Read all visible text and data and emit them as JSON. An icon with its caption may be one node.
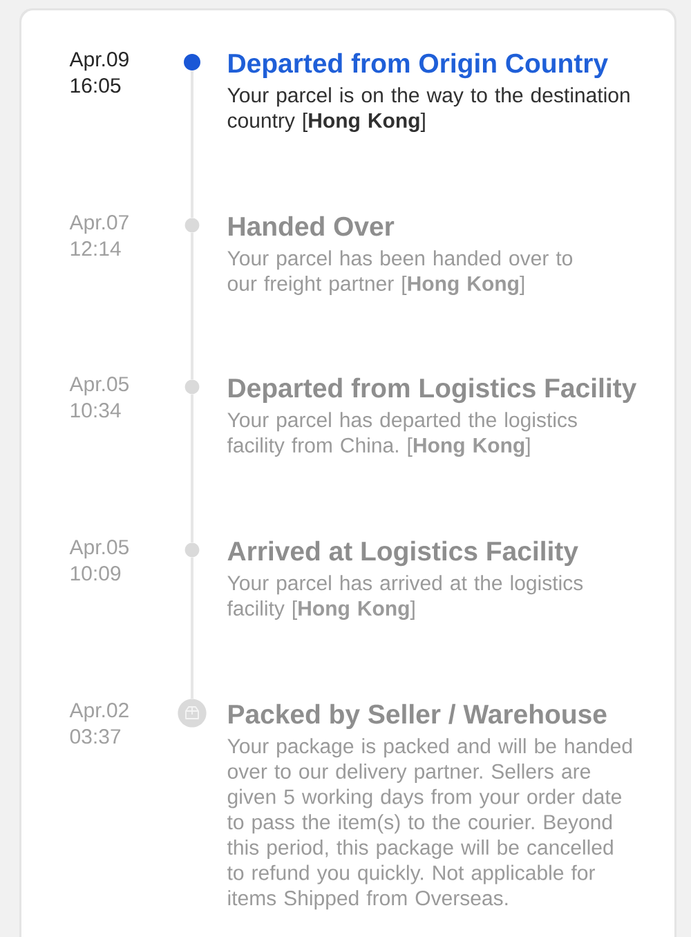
{
  "diagram": {
    "nodes": [
      {
        "text": [],
        "shape": "circle",
        "beside": [
          "Apr.09 16:05",
          "Departed from Origin Country",
          "Your parcel is on the way to the destination country [**Hong Kong**]"
        ]
      },
      {
        "text": [],
        "shape": "circle",
        "beside": [
          "Apr.07 12:14",
          "Handed Over",
          "Your parcel has been handed over to our freight partner [**Hong Kong**]"
        ]
      },
      {
        "text": [],
        "shape": "circle",
        "beside": [
          "Apr.05 10:34",
          "Departed from Logistics Facility",
          "Your parcel has departed the logistics facility from China. [**Hong Kong**]"
        ]
      },
      {
        "text": [],
        "shape": "circle",
        "beside": [
          "Apr.05 10:09",
          "Arrived at Logistics Facility",
          "Your parcel has arrived at the logistics facility [**Hong Kong**]"
        ]
      },
      {
        "text": [],
        "shape": "circle",
        "beside": [
          "Apr.02 03:37",
          "Packed by Seller / Warehouse",
          "Your package is packed and will be handed over to our delivery partner. Sellers are given 5 working days from your order date to pass the item(s) to the courier. Beyond this period, this package will be cancelled to refund you quickly. Not applicable for items Shipped from Overseas."
        ]
      }
    ],
    "edges": [
      {
        "from": 0,
        "to": 1,
        "arrow": "none"
      },
      {
        "from": 1,
        "to": 2,
        "arrow": "none"
      },
      {
        "from": 2,
        "to": 3,
        "arrow": "none"
      },
      {
        "from": 3,
        "to": 4,
        "arrow": "none"
      }
    ]
  }
}
